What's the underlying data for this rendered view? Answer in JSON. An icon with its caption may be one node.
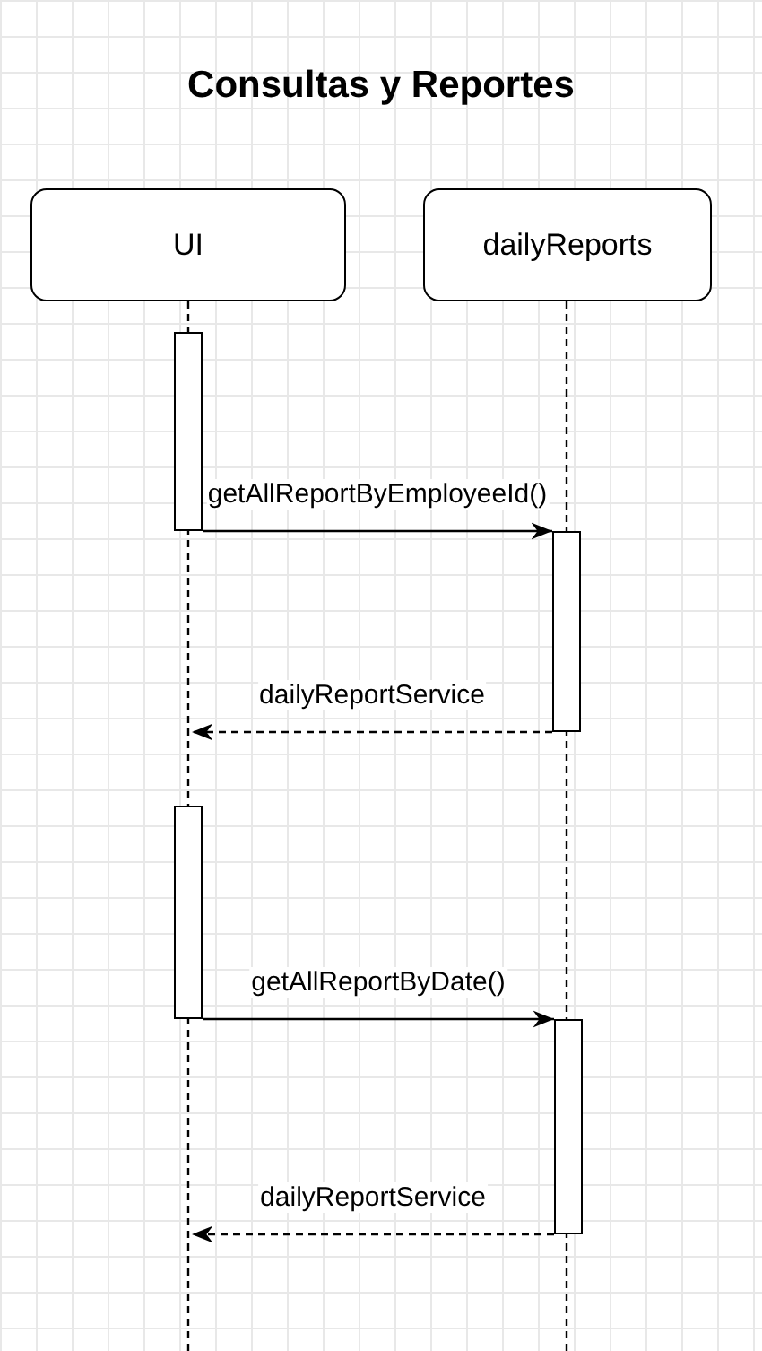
{
  "diagram": {
    "title": "Consultas y Reportes",
    "nodes": [
      {
        "text": [
          "UI"
        ]
      },
      {
        "text": [
          "dailyReports"
        ]
      },
      {
        "text": [],
        "shape": "bar"
      },
      {
        "text": [],
        "shape": "bar"
      },
      {
        "text": [],
        "shape": "bar"
      },
      {
        "text": [],
        "shape": "bar"
      }
    ],
    "edges": [
      {
        "from": 2,
        "to": 3,
        "arrow": "to",
        "label": "getAllReportByEmployeeId()"
      },
      {
        "from": 3,
        "to": null,
        "arrow": "to",
        "label": "dailyReportService",
        "style": "dashed"
      },
      {
        "from": 4,
        "to": 5,
        "arrow": "to",
        "label": "getAllReportByDate()"
      },
      {
        "from": 5,
        "to": null,
        "arrow": "to",
        "label": "dailyReportService",
        "style": "dashed"
      }
    ]
  }
}
